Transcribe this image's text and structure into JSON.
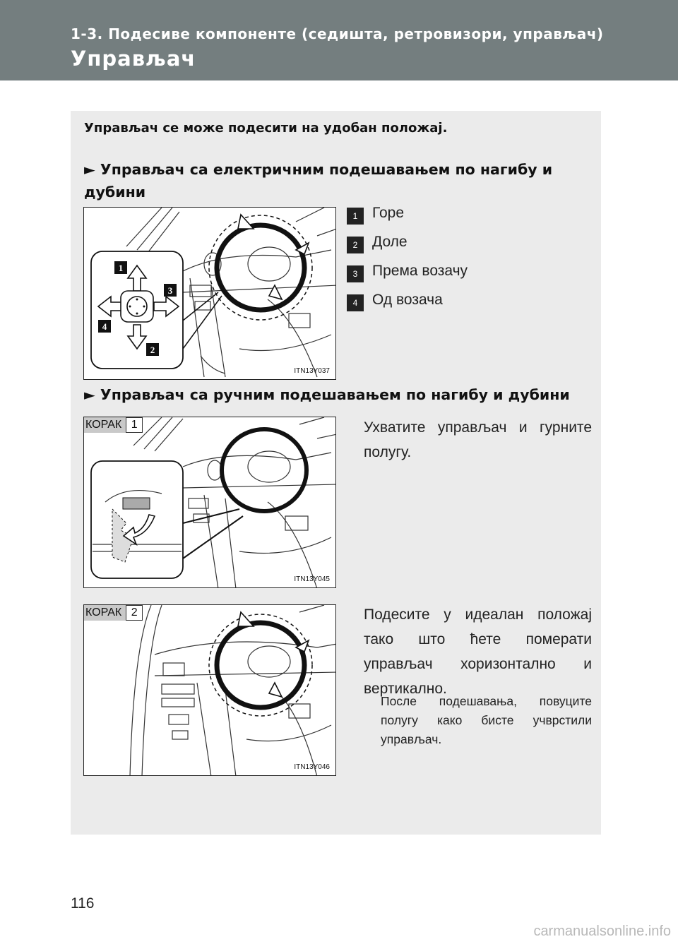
{
  "header": {
    "section": "1-3. Подесиве компоненте (седишта, ретровизори, управљач)",
    "title": "Управљач"
  },
  "intro": "Управљач се може подесити на удобан положај.",
  "power": {
    "heading": "► Управљач са електричним подешавањем по нагибу и дубини",
    "figure_code": "ITN13Y037",
    "legend": [
      {
        "num": "1",
        "label": "Горе"
      },
      {
        "num": "2",
        "label": "Доле"
      },
      {
        "num": "3",
        "label": "Према возачу"
      },
      {
        "num": "4",
        "label": "Од возача"
      }
    ],
    "callouts": [
      "1",
      "2",
      "3",
      "4"
    ]
  },
  "manual": {
    "heading": "► Управљач са ручним подешавањем по нагибу и дубини",
    "step1": {
      "badge_word": "КОРАК",
      "badge_num": "1",
      "figure_code": "ITN13Y045",
      "text": "Ухватите управљач и гурните полугу."
    },
    "step2": {
      "badge_word": "КОРАК",
      "badge_num": "2",
      "figure_code": "ITN13Y046",
      "text": "Подесите у идеалан положај тако што ћете померати управљач хоризонтално и вертикално.",
      "note": "После подешавања, повуците полугу како бисте учврстили управљач."
    }
  },
  "page_number": "116",
  "watermark": "carmanualsonline.info"
}
